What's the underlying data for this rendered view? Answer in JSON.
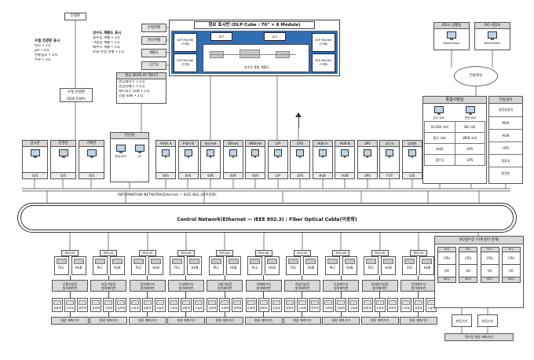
{
  "wall": {
    "title": "정보 표시반 (DLP Cube : 70\" × 8 Module)",
    "module_label": "DLP Monitor\n(70형)",
    "small_module": "DLP",
    "center_caption": "상수도 종합 계통도"
  },
  "top_left": {
    "sign_tag": "전광판",
    "list1_title": "수질 전광판 표시",
    "list1_items": [
      "탁도 • 2식",
      "pH • 2식",
      "잔류염소 • 2식",
      "수온 • 2식"
    ],
    "list2_title": "상수도 계통도 표시",
    "list2_items": [
      "정수장 계통 • 1식",
      "가압장 계통 • 1식",
      "배수지 계통 • 1식",
      "유량·수압 현황 • 1식"
    ],
    "rgb_sign_line1": "수질 전광판",
    "rgb_sign_line2": "(RGB 전광판)",
    "ctrl_title": "영상 DISPLAY 제어기",
    "ctrl_items": [
      "영상제어기 • 1식",
      "영상분배기 • 1식",
      "매트릭스 S/W • 1식",
      "전용 S/W • 1식"
    ],
    "side_tags": [
      "수질현황",
      "경보현황",
      "계통도",
      "CCTV"
    ]
  },
  "top_right": {
    "room1_title": "OO시 상황실",
    "room1_caption": "Workstation",
    "room2_title": "OO 사업소",
    "room2_caption": "Workstation",
    "cloud_label": "전용회선"
  },
  "right_panel": {
    "title": "종합사령실",
    "monitors": [
      "감시 W/S",
      "운영 W/S"
    ],
    "cells": [
      "SCADA 서버",
      "DB 서버",
      "통신 서버",
      "WEB 서버",
      "HUB",
      "UPS",
      "광단국",
      "GPS"
    ],
    "table_title": "전송설비",
    "table_rows": [
      "광전송장치",
      "MUX",
      "HUB",
      "UPS",
      "정류기",
      "분전반"
    ]
  },
  "ops_room": {
    "header": "전산실",
    "units": [
      "운영 W/S",
      "L/P"
    ]
  },
  "left_consoles": [
    {
      "header": "감시반",
      "caption": "O/S"
    },
    {
      "header": "운영반",
      "caption": "O/S"
    },
    {
      "header": "기록반",
      "caption": "O/S"
    }
  ],
  "middle_units": [
    {
      "header": "주제어 A",
      "caption": "W/S"
    },
    {
      "header": "주제어 B",
      "caption": "W/S"
    },
    {
      "header": "통신서버",
      "caption": "SVR"
    },
    {
      "header": "DB서버",
      "caption": "SVR"
    },
    {
      "header": "WEB서버",
      "caption": "SVR"
    },
    {
      "header": "L/P",
      "caption": "L/P"
    },
    {
      "header": "GPS",
      "caption": "GPS"
    },
    {
      "header": "HUB A",
      "caption": "HUB"
    },
    {
      "header": "HUB B",
      "caption": "HUB"
    },
    {
      "header": "UPS",
      "caption": "UPS"
    },
    {
      "header": "광단국",
      "caption": "FOT"
    },
    {
      "header": "방재반",
      "caption": "O/S"
    }
  ],
  "info_network_label": "INFORMATION NETWORK(Ethernet ~ IEEE 802.3)(이중화)",
  "control_network_label": "Control Network(Ethernet — IEEE 802.3) : Fiber Optical Cable(이중화)",
  "columns": [
    {
      "tag": "RTU-01",
      "unit1": "PLC",
      "unit2": "HUB",
      "label": "신흥가압장\n원격제어반",
      "devices": [
        "유량계",
        "수위계",
        "압력계"
      ],
      "footer": "현장 계측기기"
    },
    {
      "tag": "RTU-02",
      "unit1": "PLC",
      "unit2": "HUB",
      "label": "분당가압장\n원격제어반",
      "devices": [
        "유량계",
        "수위계",
        "압력계"
      ],
      "footer": "현장 계측기기"
    },
    {
      "tag": "RTU-03",
      "unit1": "PLC",
      "unit2": "HUB",
      "label": "정자배수지\n원격제어반",
      "devices": [
        "수위계",
        "유량계",
        "수질계"
      ],
      "footer": "현장 계측기기"
    },
    {
      "tag": "RTU-04",
      "unit1": "PLC",
      "unit2": "HUB",
      "label": "수내배수지\n원격제어반",
      "devices": [
        "수위계",
        "유량계",
        "수질계"
      ],
      "footer": "현장 계측기기"
    },
    {
      "tag": "RTU-05",
      "unit1": "PLC",
      "unit2": "HUB",
      "label": "서현가압장\n원격제어반",
      "devices": [
        "유량계",
        "수위계",
        "압력계"
      ],
      "footer": "현장 계측기기"
    },
    {
      "tag": "RTU-06",
      "unit1": "PLC",
      "unit2": "HUB",
      "label": "이매배수지\n원격제어반",
      "devices": [
        "수위계",
        "유량계",
        "수질계"
      ],
      "footer": "현장 계측기기"
    },
    {
      "tag": "RTU-07",
      "unit1": "PLC",
      "unit2": "HUB",
      "label": "야탑가압장\n원격제어반",
      "devices": [
        "유량계",
        "수위계",
        "압력계"
      ],
      "footer": "현장 계측기기"
    },
    {
      "tag": "RTU-08",
      "unit1": "PLC",
      "unit2": "HUB",
      "label": "도촌배수지\n원격제어반",
      "devices": [
        "수위계",
        "유량계",
        "수질계"
      ],
      "footer": "현장 계측기기"
    },
    {
      "tag": "RTU-09",
      "unit1": "PLC",
      "unit2": "HUB",
      "label": "상대원가압장\n원격제어반",
      "devices": [
        "유량계",
        "수위계",
        "압력계"
      ],
      "footer": "현장 계측기기"
    },
    {
      "tag": "RTU-10",
      "unit1": "PLC",
      "unit2": "HUB",
      "label": "단대배수지\n원격제어반",
      "devices": [
        "수위계",
        "유량계",
        "수질계"
      ],
      "footer": "현장 계측기기"
    }
  ],
  "plant_panel": {
    "title": "OO정수장 (기존설비 연계)",
    "modules": [
      {
        "tag": "PLC",
        "cell1": "CPU",
        "cell2": "I/O",
        "caption": "MCC"
      },
      {
        "tag": "PLC",
        "cell1": "CPU",
        "cell2": "I/O",
        "caption": "MCC"
      },
      {
        "tag": "PLC",
        "cell1": "CPU",
        "cell2": "I/O",
        "caption": "MCC"
      },
      {
        "tag": "PLC",
        "cell1": "CPU",
        "cell2": "I/O",
        "caption": "MCC"
      }
    ],
    "sub_box1": "현장기기",
    "sub_box2": "현장기기",
    "footer": "정수장 현장 계측기기"
  }
}
